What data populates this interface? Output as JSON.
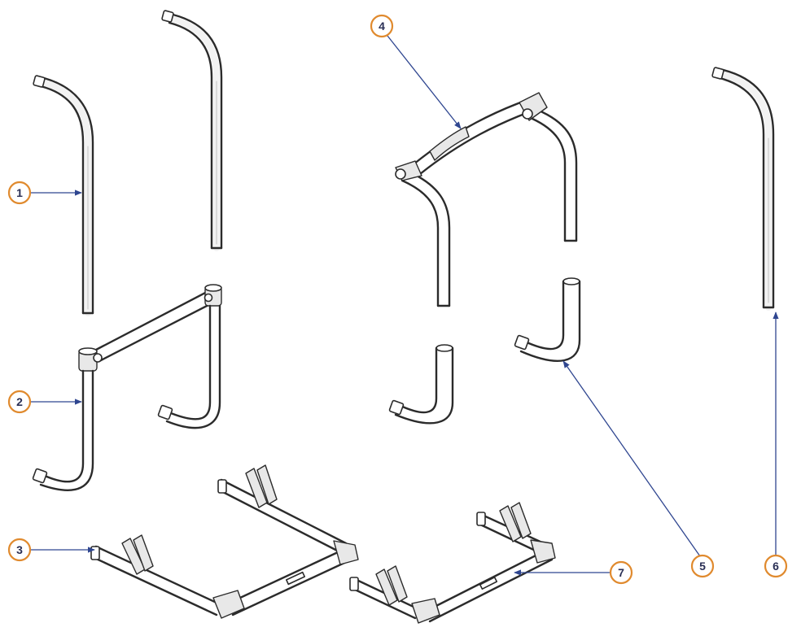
{
  "callouts": [
    {
      "id": "1",
      "label": "1"
    },
    {
      "id": "2",
      "label": "2"
    },
    {
      "id": "3",
      "label": "3"
    },
    {
      "id": "4",
      "label": "4"
    },
    {
      "id": "5",
      "label": "5"
    },
    {
      "id": "6",
      "label": "6"
    },
    {
      "id": "7",
      "label": "7"
    }
  ],
  "colors": {
    "callout_ring": "#e08a2e",
    "callout_text": "#2a2f55",
    "leader_line": "#2f4690",
    "outline": "#2b2b2b"
  }
}
